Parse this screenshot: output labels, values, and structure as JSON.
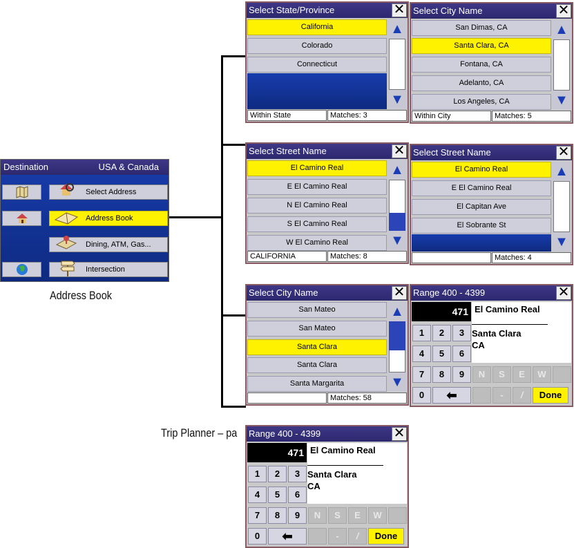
{
  "main_menu": {
    "title_left": "Destination",
    "title_right": "USA & Canada",
    "items": [
      "Select Address",
      "Address Book",
      "Dining, ATM, Gas...",
      "Intersection"
    ],
    "caption": "Address Book"
  },
  "trip_caption": "Trip Planner – pa",
  "state_panel": {
    "title": "Select State/Province",
    "items": [
      "California",
      "Colorado",
      "Connecticut"
    ],
    "status_left": "Within State",
    "status_right": "Matches:  3"
  },
  "city_panel_1": {
    "title": "Select City Name",
    "items": [
      "San Dimas, CA",
      "Santa Clara, CA",
      "Fontana, CA",
      "Adelanto, CA",
      "Los Angeles, CA"
    ],
    "status_left": "Within City",
    "status_right": "Matches:  5"
  },
  "street_panel_1": {
    "title": "Select Street Name",
    "items": [
      "El Camino Real",
      "E El Camino Real",
      "N El Camino Real",
      "S El Camino Real",
      "W El Camino Real"
    ],
    "status_left": "CALIFORNIA",
    "status_right": "Matches:  8"
  },
  "street_panel_2": {
    "title": "Select Street Name",
    "items": [
      "El Camino Real",
      "E El Camino Real",
      "El Capitan Ave",
      "El Sobrante St"
    ],
    "status_left": "",
    "status_right": "Matches:  4"
  },
  "city_panel_2": {
    "title": "Select City Name",
    "items": [
      "San Mateo",
      "San Mateo",
      "Santa Clara",
      "Santa Clara",
      "Santa Margarita"
    ],
    "status_left": "",
    "status_right": "Matches: 58"
  },
  "keypad_1": {
    "title": "Range 400 - 4399",
    "number": "471",
    "street": "El Camino Real",
    "city": "Santa Clara",
    "state": "CA",
    "done": "Done"
  },
  "keypad_2": {
    "title": "Range 400 - 4399",
    "number": "471",
    "street": "El Camino Real",
    "city": "Santa Clara",
    "state": "CA",
    "done": "Done"
  },
  "keys": {
    "close": "✕",
    "up": "▲",
    "down": "▼",
    "digits": [
      "1",
      "2",
      "3",
      "4",
      "5",
      "6",
      "7",
      "8",
      "9",
      "0"
    ],
    "backspace": "⬅",
    "dirs": [
      "N",
      "S",
      "E",
      "W"
    ],
    "dash": "-",
    "slash": "/"
  },
  "colors": {
    "title_bar": "#2c286e",
    "selection": "#fff200",
    "list_bg": "#173cac"
  }
}
